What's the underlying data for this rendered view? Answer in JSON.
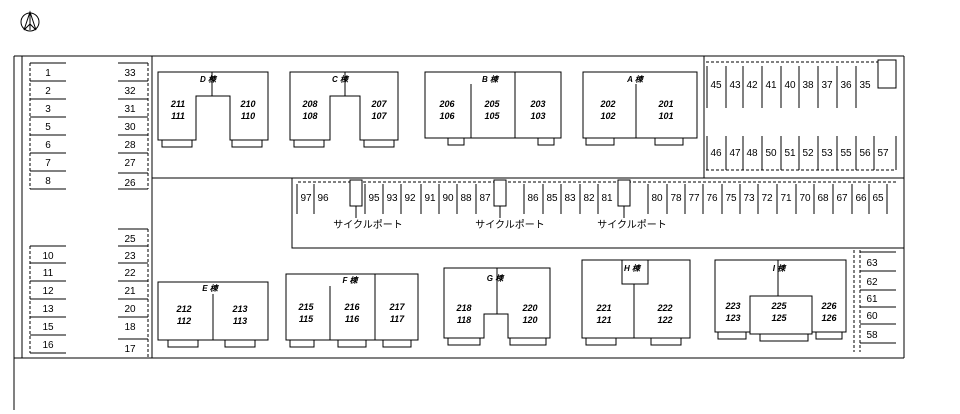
{
  "map": {
    "north_symbol": "north-arrow",
    "left_col_a": [
      "1",
      "2",
      "3",
      "5",
      "6",
      "7",
      "8",
      "10",
      "11",
      "12",
      "13",
      "15",
      "16"
    ],
    "left_col_b": [
      "33",
      "32",
      "31",
      "30",
      "28",
      "27",
      "26",
      "25",
      "23",
      "22",
      "21",
      "20",
      "18",
      "17"
    ],
    "right_top_row": [
      "45",
      "43",
      "42",
      "41",
      "40",
      "38",
      "37",
      "36",
      "35"
    ],
    "right_second_row": [
      "46",
      "47",
      "48",
      "50",
      "51",
      "52",
      "53",
      "55",
      "56",
      "57"
    ],
    "middle_row": [
      "97",
      "96",
      "95",
      "93",
      "92",
      "91",
      "90",
      "88",
      "87",
      "86",
      "85",
      "83",
      "82",
      "81",
      "80",
      "78",
      "77",
      "76",
      "75",
      "73",
      "72",
      "71",
      "70",
      "68",
      "67",
      "66",
      "65"
    ],
    "right_bottom_col": [
      "63",
      "62",
      "61",
      "60",
      "58"
    ],
    "cycle_port_label": "サイクルポート",
    "buildings": [
      {
        "name": "D 棟",
        "units": [
          [
            "211",
            "111"
          ],
          [
            "210",
            "110"
          ]
        ]
      },
      {
        "name": "C 棟",
        "units": [
          [
            "208",
            "108"
          ],
          [
            "207",
            "107"
          ]
        ]
      },
      {
        "name": "B 棟",
        "units": [
          [
            "206",
            "106"
          ],
          [
            "205",
            "105"
          ],
          [
            "203",
            "103"
          ]
        ]
      },
      {
        "name": "A 棟",
        "units": [
          [
            "202",
            "102"
          ],
          [
            "201",
            "101"
          ]
        ]
      },
      {
        "name": "E 棟",
        "units": [
          [
            "212",
            "112"
          ],
          [
            "213",
            "113"
          ]
        ]
      },
      {
        "name": "F 棟",
        "units": [
          [
            "215",
            "115"
          ],
          [
            "216",
            "116"
          ],
          [
            "217",
            "117"
          ]
        ]
      },
      {
        "name": "G 棟",
        "units": [
          [
            "218",
            "118"
          ],
          [
            "220",
            "120"
          ]
        ]
      },
      {
        "name": "H 棟",
        "units": [
          [
            "221",
            "121"
          ],
          [
            "222",
            "122"
          ]
        ]
      },
      {
        "name": "I 棟",
        "units": [
          [
            "223",
            "123"
          ],
          [
            "225",
            "125"
          ],
          [
            "226",
            "126"
          ]
        ]
      }
    ]
  }
}
